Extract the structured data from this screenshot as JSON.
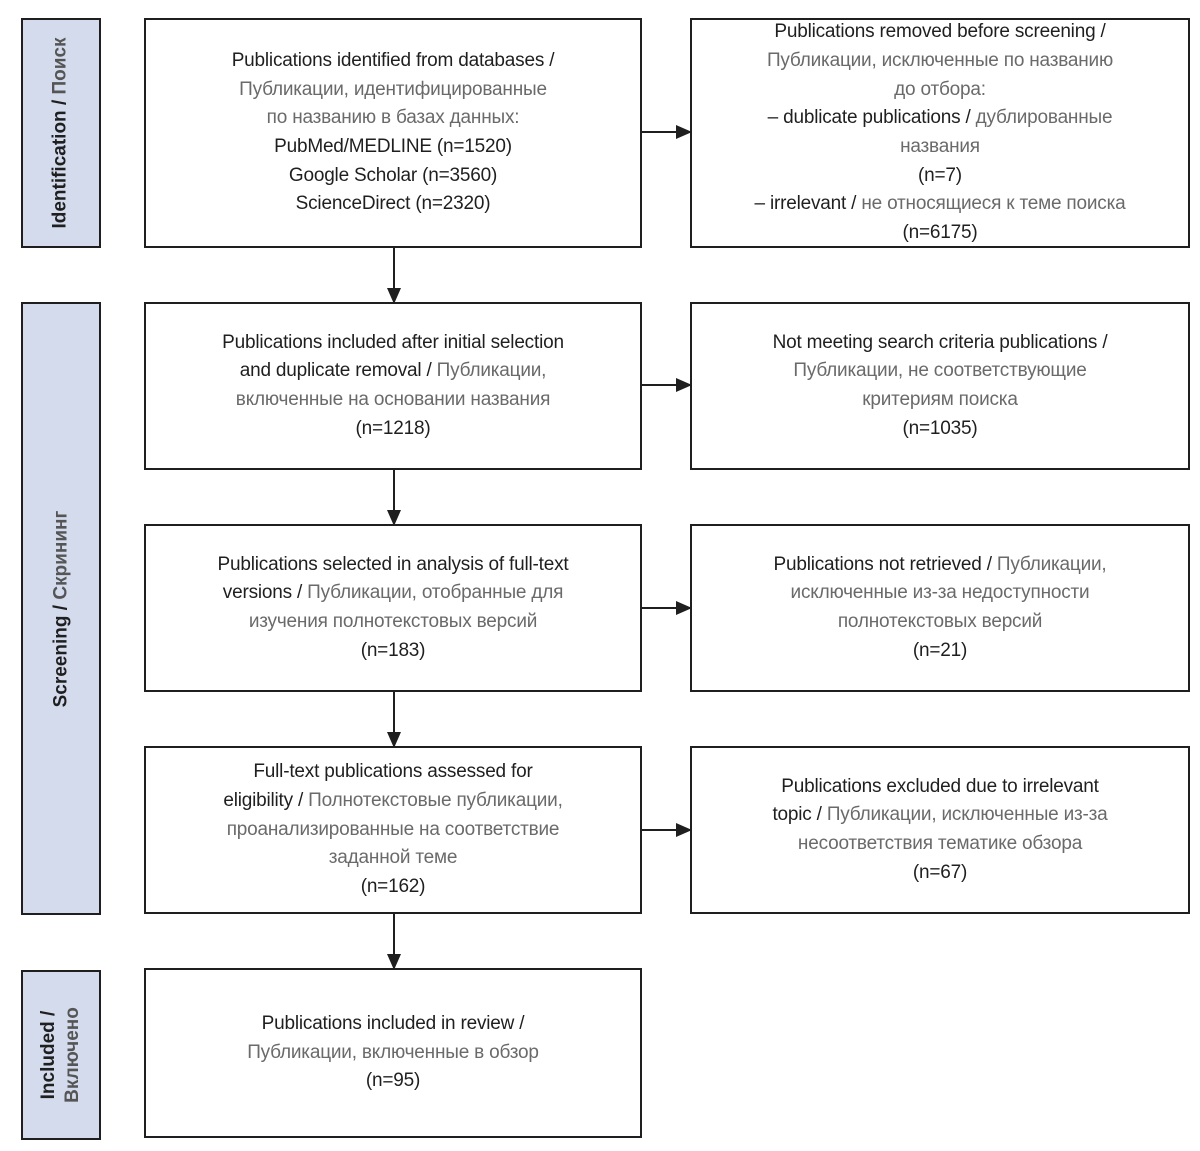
{
  "stages": {
    "identification": {
      "en": "Identification",
      "sep": " / ",
      "ru": "Поиск"
    },
    "screening": {
      "en": "Screening",
      "sep": " / ",
      "ru": "Скрининг"
    },
    "included": {
      "en": "Included /",
      "ru": "Включено"
    }
  },
  "boxes": {
    "identified": {
      "lines": [
        [
          {
            "t": "Publications identified from databases /",
            "c": "en"
          }
        ],
        [
          {
            "t": "Публикации, идентифицированные",
            "c": "ru"
          }
        ],
        [
          {
            "t": "по названию в базах данных:",
            "c": "ru"
          }
        ],
        [
          {
            "t": "PubMed/MEDLINE (n=1520)",
            "c": "en"
          }
        ],
        [
          {
            "t": "Google Scholar (n=3560)",
            "c": "en"
          }
        ],
        [
          {
            "t": "ScienceDirect (n=2320)",
            "c": "en"
          }
        ]
      ]
    },
    "removed": {
      "lines": [
        [
          {
            "t": "Publications removed before screening /",
            "c": "en"
          }
        ],
        [
          {
            "t": "Публикации, исключенные по названию",
            "c": "ru"
          }
        ],
        [
          {
            "t": "до отбора:",
            "c": "ru"
          }
        ],
        [
          {
            "t": "– dublicate publications / ",
            "c": "en"
          },
          {
            "t": "дублированные",
            "c": "ru"
          }
        ],
        [
          {
            "t": "названия",
            "c": "ru"
          }
        ],
        [
          {
            "t": "(n=7)",
            "c": "en"
          }
        ],
        [
          {
            "t": "– irrelevant / ",
            "c": "en"
          },
          {
            "t": "не относящиеся к теме поиска",
            "c": "ru"
          }
        ],
        [
          {
            "t": "(n=6175)",
            "c": "en"
          }
        ]
      ]
    },
    "initial_selection": {
      "lines": [
        [
          {
            "t": "Publications included after initial selection",
            "c": "en"
          }
        ],
        [
          {
            "t": "and duplicate removal / ",
            "c": "en"
          },
          {
            "t": "Публикации,",
            "c": "ru"
          }
        ],
        [
          {
            "t": "включенные на основании названия",
            "c": "ru"
          }
        ],
        [
          {
            "t": "(n=1218)",
            "c": "en"
          }
        ]
      ]
    },
    "not_meeting": {
      "lines": [
        [
          {
            "t": "Not meeting search criteria publications /",
            "c": "en"
          }
        ],
        [
          {
            "t": "Публикации, не соответствующие",
            "c": "ru"
          }
        ],
        [
          {
            "t": "критериям поиска",
            "c": "ru"
          }
        ],
        [
          {
            "t": "(n=1035)",
            "c": "en"
          }
        ]
      ]
    },
    "full_text_selected": {
      "lines": [
        [
          {
            "t": "Publications selected in analysis of full-text",
            "c": "en"
          }
        ],
        [
          {
            "t": "versions / ",
            "c": "en"
          },
          {
            "t": "Публикации, отобранные для",
            "c": "ru"
          }
        ],
        [
          {
            "t": "изучения полнотекстовых версий",
            "c": "ru"
          }
        ],
        [
          {
            "t": "(n=183)",
            "c": "en"
          }
        ]
      ]
    },
    "not_retrieved": {
      "lines": [
        [
          {
            "t": "Publications not retrieved / ",
            "c": "en"
          },
          {
            "t": "Публикации,",
            "c": "ru"
          }
        ],
        [
          {
            "t": "исключенные из-за недоступности",
            "c": "ru"
          }
        ],
        [
          {
            "t": "полнотекстовых версий",
            "c": "ru"
          }
        ],
        [
          {
            "t": "(n=21)",
            "c": "en"
          }
        ]
      ]
    },
    "assessed": {
      "lines": [
        [
          {
            "t": "Full-text publications assessed for",
            "c": "en"
          }
        ],
        [
          {
            "t": "eligibility / ",
            "c": "en"
          },
          {
            "t": "Полнотекстовые публикации,",
            "c": "ru"
          }
        ],
        [
          {
            "t": "проанализированные на соответствие",
            "c": "ru"
          }
        ],
        [
          {
            "t": "заданной теме",
            "c": "ru"
          }
        ],
        [
          {
            "t": "(n=162)",
            "c": "en"
          }
        ]
      ]
    },
    "excluded_topic": {
      "lines": [
        [
          {
            "t": "Publications excluded due to irrelevant",
            "c": "en"
          }
        ],
        [
          {
            "t": "topic / ",
            "c": "en"
          },
          {
            "t": "Публикации, исключенные из-за",
            "c": "ru"
          }
        ],
        [
          {
            "t": "несоответствия тематике обзора",
            "c": "ru"
          }
        ],
        [
          {
            "t": "(n=67)",
            "c": "en"
          }
        ]
      ]
    },
    "included_review": {
      "lines": [
        [
          {
            "t": "Publications included in review /",
            "c": "en"
          }
        ],
        [
          {
            "t": "Публикации, включенные в обзор",
            "c": "ru"
          }
        ],
        [
          {
            "t": "(n=95)",
            "c": "en"
          }
        ]
      ]
    }
  },
  "colors": {
    "line": "#1f1f1f",
    "stage_fill": "#d3dbec",
    "text_en": "#1f1f1f",
    "text_ru": "#6a6a6a"
  }
}
